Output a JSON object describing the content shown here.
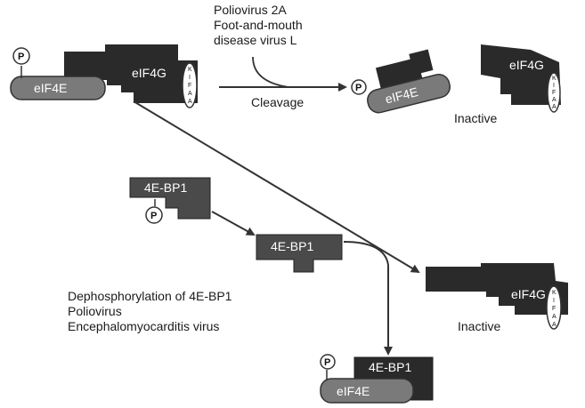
{
  "colors": {
    "dark": "#2a2a2a",
    "gray": "#7a7a7a",
    "mid": "#4a4a4a",
    "line": "#333333"
  },
  "labels": {
    "virus_top": [
      "Poliovirus 2A",
      "Foot-and-mouth",
      "disease virus L"
    ],
    "cleavage": "Cleavage",
    "inactive_top": "Inactive",
    "inactive_bottom": "Inactive",
    "dephos": [
      "Dephosphorylation of 4E-BP1",
      "Poliovirus",
      "Encephalomyocarditis virus"
    ]
  },
  "proteins": {
    "eif4e": "eIF4E",
    "eif4g": "eIF4G",
    "bp1": "4E-BP1",
    "phospho": "P",
    "motif": "KIFAA"
  }
}
